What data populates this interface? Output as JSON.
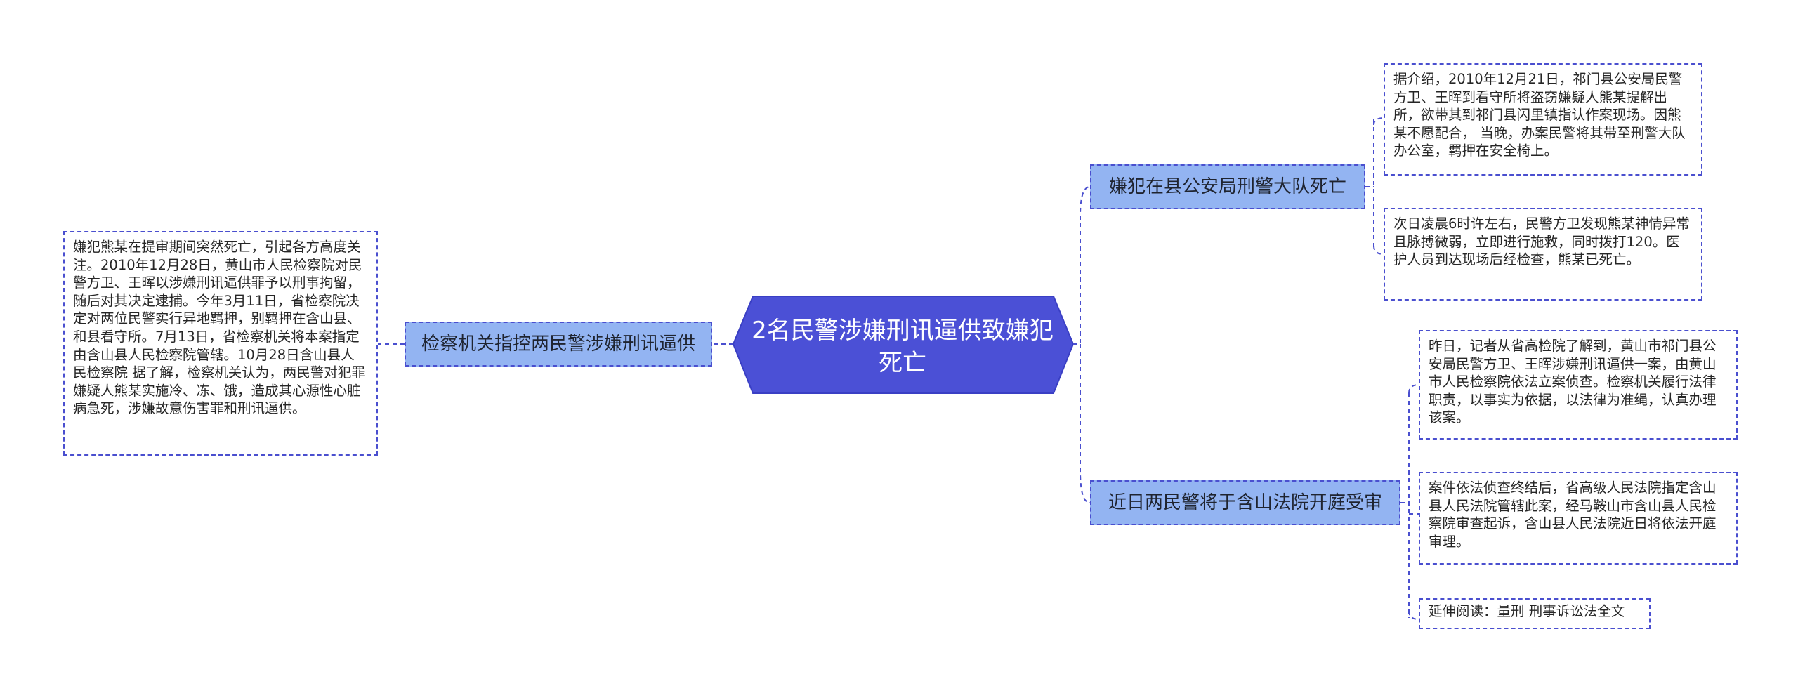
{
  "root": {
    "title": "2名民警涉嫌刑讯逼供致嫌犯死亡"
  },
  "branches": {
    "left": {
      "label": "检察机关指控两民警涉嫌刑讯逼供",
      "detail": "嫌犯熊某在提审期间突然死亡，引起各方高度关注。2010年12月28日，黄山市人民检察院对民警方卫、王晖以涉嫌刑讯逼供罪予以刑事拘留，随后对其决定逮捕。今年3月11日，省检察院决定对两位民警实行异地羁押，别羁押在含山县、和县看守所。7月13日，省检察机关将本案指定由含山县人民检察院管辖。10月28日含山县人民检察院 据了解，检察机关认为，两民警对犯罪嫌疑人熊某实施冷、冻、饿，造成其心源性心脏病急死，涉嫌故意伤害罪和刑讯逼供。"
    },
    "right_top": {
      "label": "嫌犯在县公安局刑警大队死亡",
      "details": [
        "据介绍，2010年12月21日，祁门县公安局民警方卫、王晖到看守所将盗窃嫌疑人熊某提解出所，欲带其到祁门县闪里镇指认作案现场。因熊某不愿配合， 当晚，办案民警将其带至刑警大队办公室，羁押在安全椅上。",
        "次日凌晨6时许左右，民警方卫发现熊某神情异常且脉搏微弱，立即进行施救，同时拨打120。医护人员到达现场后经检查，熊某已死亡。"
      ]
    },
    "right_bottom": {
      "label": "近日两民警将于含山法院开庭受审",
      "details": [
        "昨日，记者从省高检院了解到，黄山市祁门县公安局民警方卫、王晖涉嫌刑讯逼供一案，由黄山市人民检察院依法立案侦查。检察机关履行法律职责，以事实为依据，以法律为准绳，认真办理该案。",
        "案件依法侦查终结后，省高级人民法院指定含山县人民法院管辖此案，经马鞍山市含山县人民检察院审查起诉，含山县人民法院近日将依法开庭审理。",
        "延伸阅读：量刑 刑事诉讼法全文"
      ]
    }
  },
  "colors": {
    "root_fill": "#4b50d6",
    "branch_fill": "#93b4f2",
    "connector": "#4a4fcf",
    "leaf_fill": "#ffffff"
  }
}
